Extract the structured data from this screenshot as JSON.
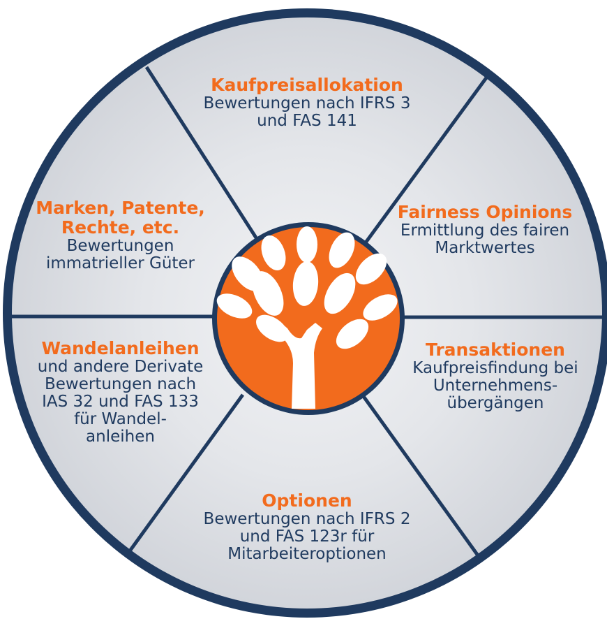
{
  "colors": {
    "accent": "#f26b1d",
    "navy": "#1f3a5f",
    "segment_fill": "#dcdfe4",
    "tree_leaves": "#ffffff"
  },
  "center": {
    "icon": "tree-icon"
  },
  "segments": {
    "top": {
      "title": "Kaufpreisallokation",
      "lines": [
        "Bewertungen nach IFRS 3",
        "und FAS 141"
      ]
    },
    "upper_right": {
      "title": "Fairness Opinions",
      "lines": [
        "Ermittlung des fairen",
        "Marktwertes"
      ]
    },
    "upper_left": {
      "title_lines": [
        "Marken, Patente,",
        "Rechte, etc."
      ],
      "lines": [
        "Bewertungen",
        "immatrieller Güter"
      ]
    },
    "lower_left": {
      "title": "Wandelanleihen",
      "lines": [
        "und andere Derivate",
        "Bewertungen nach",
        "IAS 32 und FAS 133",
        "für Wandel-",
        "anleihen"
      ]
    },
    "lower_right": {
      "title": "Transaktionen",
      "lines": [
        "Kaufpreisfindung bei",
        "Unternehmens-",
        "übergängen"
      ]
    },
    "bottom": {
      "title": "Optionen",
      "lines": [
        "Bewertungen nach IFRS 2",
        "und FAS 123r für",
        "Mitarbeiteroptionen"
      ]
    }
  }
}
